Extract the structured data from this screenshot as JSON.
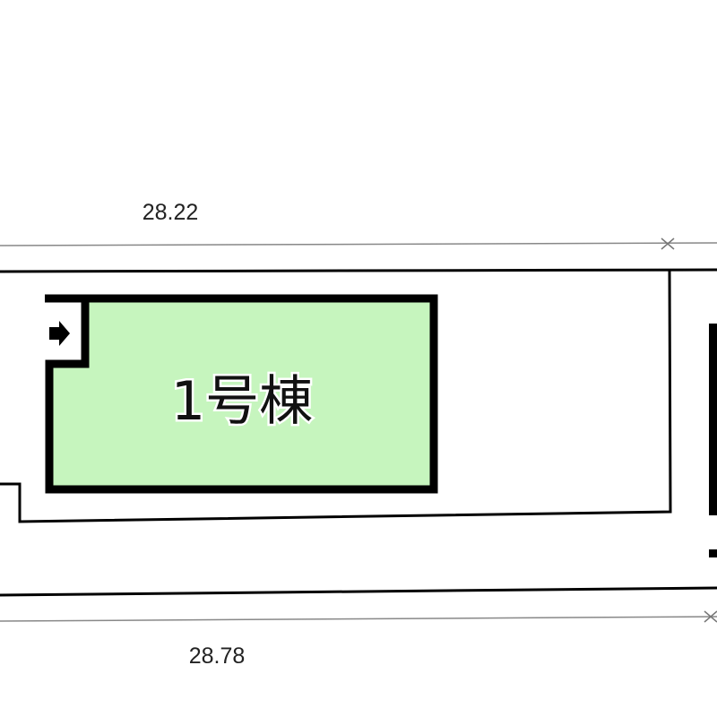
{
  "building": {
    "label": "1号棟",
    "fill_color": "#c6f5be",
    "entrance_icon": "arrow-right-icon"
  },
  "dimensions": {
    "top": "28.22",
    "bottom": "28.78"
  },
  "colors": {
    "line": "#000000",
    "dimension_line": "#888888"
  }
}
